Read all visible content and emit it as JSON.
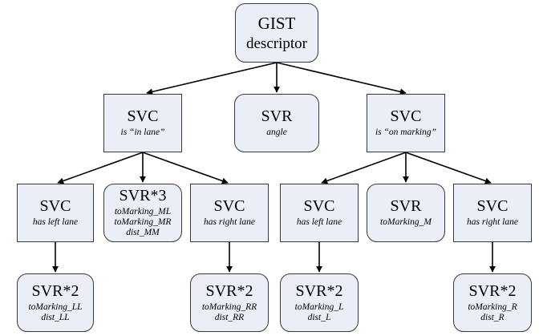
{
  "colors": {
    "node_fill": "#e9eef7",
    "stroke": "#3a3a3a",
    "edge": "#000000"
  },
  "nodes": {
    "root": {
      "title": "GIST",
      "lines": [
        "descriptor"
      ]
    },
    "l1_in_lane": {
      "title": "SVC",
      "lines": [
        "is “in lane”"
      ]
    },
    "l1_angle": {
      "title": "SVR",
      "lines": [
        "angle"
      ]
    },
    "l1_on_marking": {
      "title": "SVC",
      "lines": [
        "is “on marking”"
      ]
    },
    "l2_left_lane_a": {
      "title": "SVC",
      "lines": [
        "has left lane"
      ]
    },
    "l2_svr3": {
      "title": "SVR*3",
      "lines": [
        "toMarking_ML",
        "toMarking_MR",
        "dist_MM"
      ]
    },
    "l2_right_lane_a": {
      "title": "SVC",
      "lines": [
        "has right lane"
      ]
    },
    "l2_left_lane_b": {
      "title": "SVC",
      "lines": [
        "has left lane"
      ]
    },
    "l2_svr_m": {
      "title": "SVR",
      "lines": [
        "toMarking_M"
      ]
    },
    "l2_right_lane_b": {
      "title": "SVC",
      "lines": [
        "has right lane"
      ]
    },
    "l3_ll": {
      "title": "SVR*2",
      "lines": [
        "toMarking_LL",
        "dist_LL"
      ]
    },
    "l3_rr": {
      "title": "SVR*2",
      "lines": [
        "toMarking_RR",
        "dist_RR"
      ]
    },
    "l3_l": {
      "title": "SVR*2",
      "lines": [
        "toMarking_L",
        "dist_L"
      ]
    },
    "l3_r": {
      "title": "SVR*2",
      "lines": [
        "toMarking_R",
        "dist_R"
      ]
    }
  }
}
